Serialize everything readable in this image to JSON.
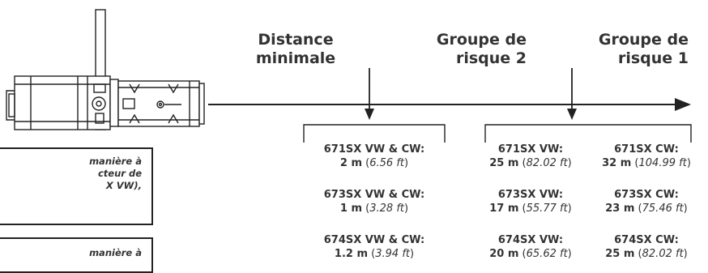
{
  "headings": {
    "min_distance": [
      "Distance",
      "minimale"
    ],
    "risk_group_2": [
      "Groupe de",
      "risque 2"
    ],
    "risk_group_1": [
      "Groupe de",
      "risque 1"
    ]
  },
  "rows": [
    {
      "min": {
        "model": "671SX VW & CW:",
        "metric": "2 m",
        "imperial_open": " (",
        "imperial": "6.56",
        "unit": " ft",
        "close": ")"
      },
      "rg2": {
        "model": "671SX VW:",
        "metric": "25 m",
        "imperial_open": " (",
        "imperial": "82.02",
        "unit": " ft",
        "close": ")"
      },
      "rg1": {
        "model": "671SX CW:",
        "metric": "32 m",
        "imperial_open": " (",
        "imperial": "104.99",
        "unit": " ft",
        "close": ")"
      }
    },
    {
      "min": {
        "model": "673SX VW & CW:",
        "metric": "1 m",
        "imperial_open": " (",
        "imperial": "3.28",
        "unit": " ft",
        "close": ")"
      },
      "rg2": {
        "model": "673SX VW:",
        "metric": "17 m",
        "imperial_open": " (",
        "imperial": "55.77",
        "unit": " ft",
        "close": ")"
      },
      "rg1": {
        "model": "673SX CW:",
        "metric": "23 m",
        "imperial_open": " (",
        "imperial": "75.46",
        "unit": " ft",
        "close": ")"
      }
    },
    {
      "min": {
        "model": "674SX VW & CW:",
        "metric": "1.2 m",
        "imperial_open": " (",
        "imperial": "3.94",
        "unit": " ft",
        "close": ")"
      },
      "rg2": {
        "model": "674SX VW:",
        "metric": "20 m",
        "imperial_open": " (",
        "imperial": "65.62",
        "unit": " ft",
        "close": ")"
      },
      "rg1": {
        "model": "674SX CW:",
        "metric": "25 m",
        "imperial_open": " (",
        "imperial": "82.02",
        "unit": " ft",
        "close": ")"
      }
    }
  ],
  "notes": [
    {
      "lines": [
        "manière à",
        "cteur de",
        "X VW),"
      ]
    },
    {
      "lines": [
        "manière à"
      ]
    }
  ],
  "illustration": {
    "name": "ellipsoidal-spotlight-fixture"
  },
  "colors": {
    "ink": "#222222",
    "text": "#333333"
  }
}
